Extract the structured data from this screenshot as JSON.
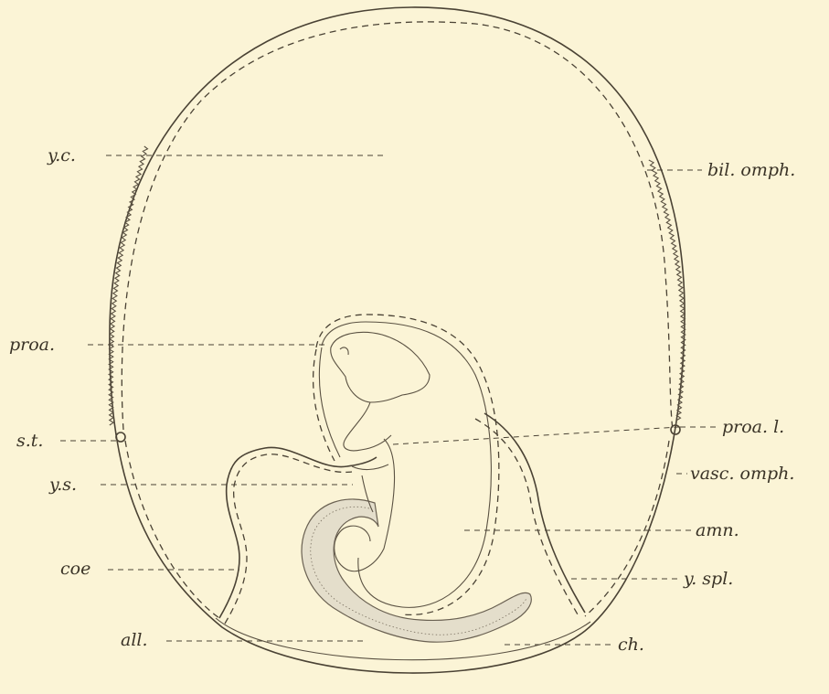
{
  "figure": {
    "labels": {
      "yc": "y.c.",
      "proa": "proa.",
      "st": "s.t.",
      "ys": "y.s.",
      "coe": "coe",
      "all": "all.",
      "bil_omph": "bil. omph.",
      "proa_l": "proa. l.",
      "vasc_omph": "vasc. omph.",
      "amn": "amn.",
      "y_spl": "y. spl.",
      "ch": "ch."
    }
  }
}
